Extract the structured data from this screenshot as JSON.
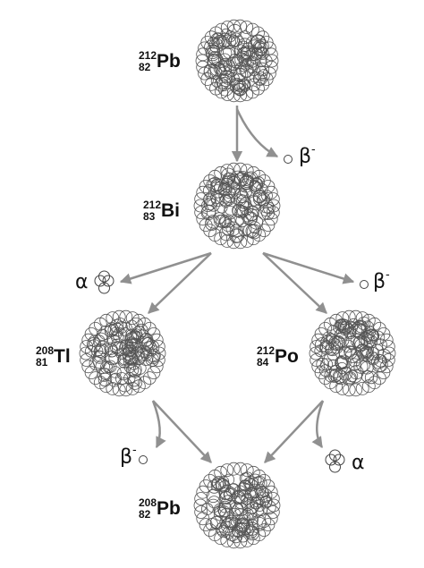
{
  "nuclides": [
    {
      "id": "pb212",
      "mass": "212",
      "atomic": "82",
      "symbol": "Pb"
    },
    {
      "id": "bi212",
      "mass": "212",
      "atomic": "83",
      "symbol": "Bi"
    },
    {
      "id": "tl208",
      "mass": "208",
      "atomic": "81",
      "symbol": "Tl"
    },
    {
      "id": "po212",
      "mass": "212",
      "atomic": "84",
      "symbol": "Po"
    },
    {
      "id": "pb208",
      "mass": "208",
      "atomic": "82",
      "symbol": "Pb"
    }
  ],
  "particles": {
    "beta_label": "β",
    "beta_sign": "-",
    "alpha_label": "α"
  },
  "colors": {
    "arrow": "#909090",
    "nucleus_stroke": "#444444",
    "text": "#111111"
  }
}
